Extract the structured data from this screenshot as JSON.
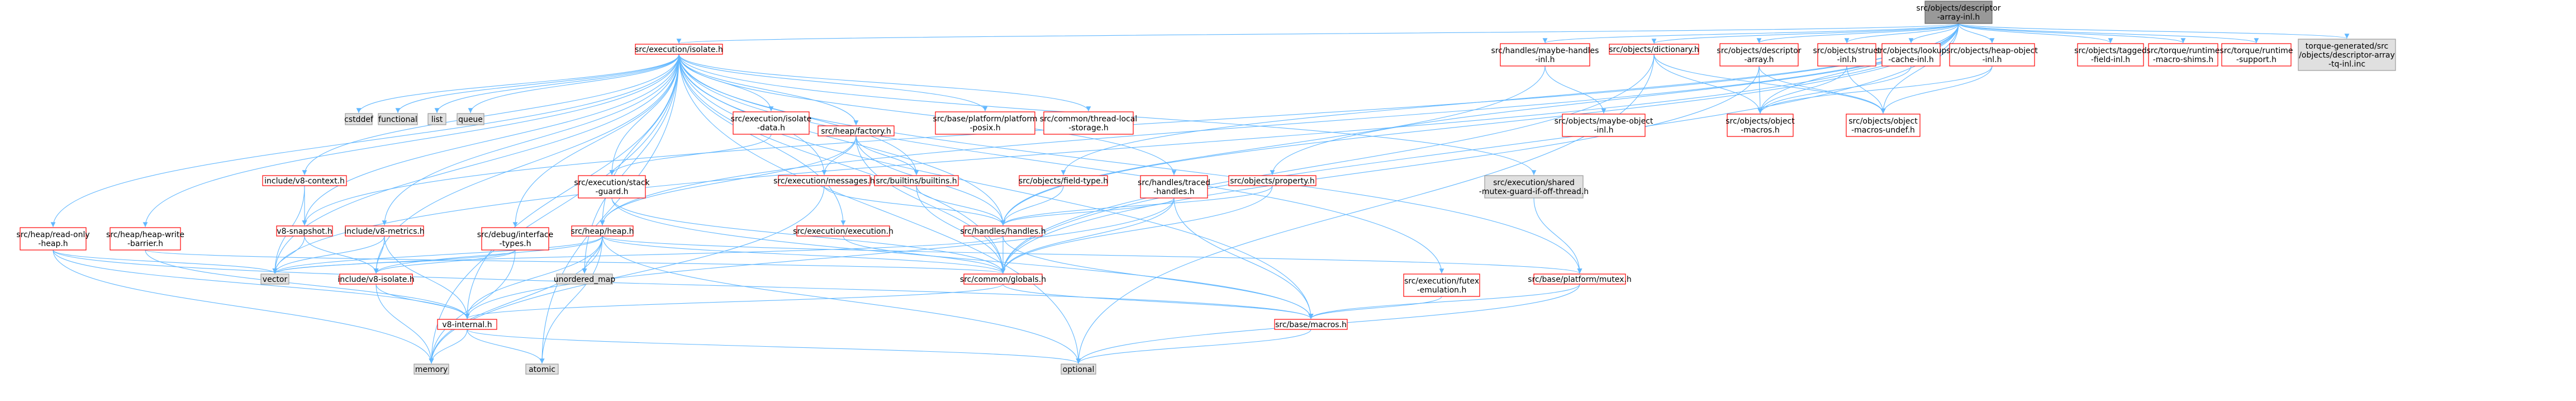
{
  "graph": {
    "colors": {
      "edge": "#63b8ff",
      "node_border": "#ff0000",
      "node_fill": "#ffffff",
      "external_border": "#999999",
      "external_fill": "#e0e0e0",
      "root_border": "#666666",
      "root_fill": "#999999",
      "text": "#000000"
    },
    "nodes": [
      {
        "id": "root",
        "lines": [
          "src/objects/descriptor",
          "-array-inl.h"
        ],
        "kind": "root"
      },
      {
        "id": "isolate",
        "lines": [
          "src/execution/isolate.h"
        ],
        "kind": "file"
      },
      {
        "id": "maybehandles",
        "lines": [
          "src/handles/maybe-handles",
          "-inl.h"
        ],
        "kind": "file"
      },
      {
        "id": "dictionary",
        "lines": [
          "src/objects/dictionary.h"
        ],
        "kind": "file"
      },
      {
        "id": "descarray",
        "lines": [
          "src/objects/descriptor",
          "-array.h"
        ],
        "kind": "file"
      },
      {
        "id": "structinl",
        "lines": [
          "src/objects/struct",
          "-inl.h"
        ],
        "kind": "file"
      },
      {
        "id": "lookupcache",
        "lines": [
          "src/objects/lookup",
          "-cache-inl.h"
        ],
        "kind": "file"
      },
      {
        "id": "heapobjinl",
        "lines": [
          "src/objects/heap-object",
          "-inl.h"
        ],
        "kind": "file"
      },
      {
        "id": "taggedfield",
        "lines": [
          "src/objects/tagged",
          "-field-inl.h"
        ],
        "kind": "file"
      },
      {
        "id": "macroshims",
        "lines": [
          "src/torque/runtime",
          "-macro-shims.h"
        ],
        "kind": "file"
      },
      {
        "id": "rtsupport",
        "lines": [
          "src/torque/runtime",
          "-support.h"
        ],
        "kind": "file"
      },
      {
        "id": "tqinc",
        "lines": [
          "torque-generated/src",
          "/objects/descriptor-array",
          "-tq-inl.inc"
        ],
        "kind": "external"
      },
      {
        "id": "cstddef",
        "lines": [
          "cstddef"
        ],
        "kind": "external"
      },
      {
        "id": "functional",
        "lines": [
          "functional"
        ],
        "kind": "external"
      },
      {
        "id": "list",
        "lines": [
          "list"
        ],
        "kind": "external"
      },
      {
        "id": "queue",
        "lines": [
          "queue"
        ],
        "kind": "external"
      },
      {
        "id": "isolatedata",
        "lines": [
          "src/execution/isolate",
          "-data.h"
        ],
        "kind": "file"
      },
      {
        "id": "factory",
        "lines": [
          "src/heap/factory.h"
        ],
        "kind": "file"
      },
      {
        "id": "platformposix",
        "lines": [
          "src/base/platform/platform",
          "-posix.h"
        ],
        "kind": "file"
      },
      {
        "id": "threadlocal",
        "lines": [
          "src/common/thread-local",
          "-storage.h"
        ],
        "kind": "file"
      },
      {
        "id": "maybeobjinl",
        "lines": [
          "src/objects/maybe-object",
          "-inl.h"
        ],
        "kind": "file"
      },
      {
        "id": "objmacros",
        "lines": [
          "src/objects/object",
          "-macros.h"
        ],
        "kind": "file"
      },
      {
        "id": "objmacrosundef",
        "lines": [
          "src/objects/object",
          "-macros-undef.h"
        ],
        "kind": "file"
      },
      {
        "id": "v8context",
        "lines": [
          "include/v8-context.h"
        ],
        "kind": "file"
      },
      {
        "id": "stackguard",
        "lines": [
          "src/execution/stack",
          "-guard.h"
        ],
        "kind": "file"
      },
      {
        "id": "messages",
        "lines": [
          "src/execution/messages.h"
        ],
        "kind": "file"
      },
      {
        "id": "builtins",
        "lines": [
          "src/builtins/builtins.h"
        ],
        "kind": "file"
      },
      {
        "id": "fieldtype",
        "lines": [
          "src/objects/field-type.h"
        ],
        "kind": "file"
      },
      {
        "id": "tracedhandles",
        "lines": [
          "src/handles/traced",
          "-handles.h"
        ],
        "kind": "file"
      },
      {
        "id": "property",
        "lines": [
          "src/objects/property.h"
        ],
        "kind": "file"
      },
      {
        "id": "sharedmutex",
        "lines": [
          "src/execution/shared",
          "-mutex-guard-if-off-thread.h"
        ],
        "kind": "external"
      },
      {
        "id": "readonlyheap",
        "lines": [
          "src/heap/read-only",
          "-heap.h"
        ],
        "kind": "file"
      },
      {
        "id": "writebarrier",
        "lines": [
          "src/heap/heap-write",
          "-barrier.h"
        ],
        "kind": "file"
      },
      {
        "id": "v8metrics",
        "lines": [
          "include/v8-metrics.h"
        ],
        "kind": "file"
      },
      {
        "id": "v8snapshot",
        "lines": [
          "v8-snapshot.h"
        ],
        "kind": "file"
      },
      {
        "id": "debuginterface",
        "lines": [
          "src/debug/interface",
          "-types.h"
        ],
        "kind": "file"
      },
      {
        "id": "heaph",
        "lines": [
          "src/heap/heap.h"
        ],
        "kind": "file"
      },
      {
        "id": "execution",
        "lines": [
          "src/execution/execution.h"
        ],
        "kind": "file"
      },
      {
        "id": "handlesh",
        "lines": [
          "src/handles/handles.h"
        ],
        "kind": "file"
      },
      {
        "id": "vector",
        "lines": [
          "vector"
        ],
        "kind": "external"
      },
      {
        "id": "unorderedmap",
        "lines": [
          "unordered_map"
        ],
        "kind": "external"
      },
      {
        "id": "v8isolate",
        "lines": [
          "include/v8-isolate.h"
        ],
        "kind": "file"
      },
      {
        "id": "globals",
        "lines": [
          "src/common/globals.h"
        ],
        "kind": "file"
      },
      {
        "id": "futex",
        "lines": [
          "src/execution/futex",
          "-emulation.h"
        ],
        "kind": "file"
      },
      {
        "id": "mutex",
        "lines": [
          "src/base/platform/mutex.h"
        ],
        "kind": "file"
      },
      {
        "id": "v8internal",
        "lines": [
          "v8-internal.h"
        ],
        "kind": "file"
      },
      {
        "id": "basemacros",
        "lines": [
          "src/base/macros.h"
        ],
        "kind": "file"
      },
      {
        "id": "memory",
        "lines": [
          "memory"
        ],
        "kind": "external"
      },
      {
        "id": "atomic",
        "lines": [
          "atomic"
        ],
        "kind": "external"
      },
      {
        "id": "optional",
        "lines": [
          "optional"
        ],
        "kind": "external"
      }
    ],
    "edges": [
      [
        "root",
        "isolate"
      ],
      [
        "root",
        "maybehandles"
      ],
      [
        "root",
        "dictionary"
      ],
      [
        "root",
        "descarray"
      ],
      [
        "root",
        "structinl"
      ],
      [
        "root",
        "lookupcache"
      ],
      [
        "root",
        "heapobjinl"
      ],
      [
        "root",
        "taggedfield"
      ],
      [
        "root",
        "macroshims"
      ],
      [
        "root",
        "rtsupport"
      ],
      [
        "root",
        "tqinc"
      ],
      [
        "root",
        "objmacros"
      ],
      [
        "root",
        "objmacrosundef"
      ],
      [
        "root",
        "property"
      ],
      [
        "root",
        "fieldtype"
      ],
      [
        "root",
        "heaph"
      ],
      [
        "root",
        "handlesh"
      ],
      [
        "root",
        "globals"
      ],
      [
        "root",
        "v8snapshot"
      ],
      [
        "root",
        "vector"
      ],
      [
        "isolate",
        "cstddef"
      ],
      [
        "isolate",
        "functional"
      ],
      [
        "isolate",
        "list"
      ],
      [
        "isolate",
        "queue"
      ],
      [
        "isolate",
        "isolatedata"
      ],
      [
        "isolate",
        "factory"
      ],
      [
        "isolate",
        "platformposix"
      ],
      [
        "isolate",
        "threadlocal"
      ],
      [
        "isolate",
        "v8context"
      ],
      [
        "isolate",
        "stackguard"
      ],
      [
        "isolate",
        "messages"
      ],
      [
        "isolate",
        "builtins"
      ],
      [
        "isolate",
        "tracedhandles"
      ],
      [
        "isolate",
        "sharedmutex"
      ],
      [
        "isolate",
        "readonlyheap"
      ],
      [
        "isolate",
        "writebarrier"
      ],
      [
        "isolate",
        "v8metrics"
      ],
      [
        "isolate",
        "v8snapshot"
      ],
      [
        "isolate",
        "debuginterface"
      ],
      [
        "isolate",
        "heaph"
      ],
      [
        "isolate",
        "execution"
      ],
      [
        "isolate",
        "handlesh"
      ],
      [
        "isolate",
        "unorderedmap"
      ],
      [
        "isolate",
        "v8isolate"
      ],
      [
        "isolate",
        "globals"
      ],
      [
        "isolate",
        "futex"
      ],
      [
        "isolate",
        "mutex"
      ],
      [
        "isolate",
        "v8internal"
      ],
      [
        "isolate",
        "basemacros"
      ],
      [
        "isolate",
        "memory"
      ],
      [
        "isolate",
        "atomic"
      ],
      [
        "isolate",
        "optional"
      ],
      [
        "isolate",
        "vector"
      ],
      [
        "maybehandles",
        "maybeobjinl"
      ],
      [
        "maybehandles",
        "handlesh"
      ],
      [
        "dictionary",
        "objmacros"
      ],
      [
        "dictionary",
        "objmacrosundef"
      ],
      [
        "dictionary",
        "globals"
      ],
      [
        "dictionary",
        "optional"
      ],
      [
        "descarray",
        "objmacros"
      ],
      [
        "descarray",
        "objmacrosundef"
      ],
      [
        "descarray",
        "globals"
      ],
      [
        "structinl",
        "objmacros"
      ],
      [
        "structinl",
        "objmacrosundef"
      ],
      [
        "lookupcache",
        "objmacros"
      ],
      [
        "heapobjinl",
        "objmacros"
      ],
      [
        "heapobjinl",
        "objmacrosundef"
      ],
      [
        "isolatedata",
        "stackguard"
      ],
      [
        "factory",
        "messages"
      ],
      [
        "factory",
        "builtins"
      ],
      [
        "factory",
        "handlesh"
      ],
      [
        "factory",
        "globals"
      ],
      [
        "factory",
        "heaph"
      ],
      [
        "v8context",
        "vector"
      ],
      [
        "v8context",
        "v8snapshot"
      ],
      [
        "stackguard",
        "globals"
      ],
      [
        "stackguard",
        "basemacros"
      ],
      [
        "messages",
        "handlesh"
      ],
      [
        "messages",
        "memory"
      ],
      [
        "builtins",
        "handlesh"
      ],
      [
        "builtins",
        "globals"
      ],
      [
        "fieldtype",
        "handlesh"
      ],
      [
        "tracedhandles",
        "handlesh"
      ],
      [
        "tracedhandles",
        "globals"
      ],
      [
        "tracedhandles",
        "basemacros"
      ],
      [
        "tracedhandles",
        "v8internal"
      ],
      [
        "property",
        "handlesh"
      ],
      [
        "property",
        "globals"
      ],
      [
        "sharedmutex",
        "mutex"
      ],
      [
        "readonlyheap",
        "vector"
      ],
      [
        "readonlyheap",
        "memory"
      ],
      [
        "readonlyheap",
        "basemacros"
      ],
      [
        "readonlyheap",
        "v8internal"
      ],
      [
        "writebarrier",
        "globals"
      ],
      [
        "writebarrier",
        "v8internal"
      ],
      [
        "v8metrics",
        "v8internal"
      ],
      [
        "v8metrics",
        "v8isolate"
      ],
      [
        "v8metrics",
        "vector"
      ],
      [
        "v8snapshot",
        "v8isolate"
      ],
      [
        "v8snapshot",
        "vector"
      ],
      [
        "debuginterface",
        "v8isolate"
      ],
      [
        "debuginterface",
        "memory"
      ],
      [
        "debuginterface",
        "vector"
      ],
      [
        "heaph",
        "vector"
      ],
      [
        "heaph",
        "unorderedmap"
      ],
      [
        "heaph",
        "globals"
      ],
      [
        "heaph",
        "v8internal"
      ],
      [
        "heaph",
        "atomic"
      ],
      [
        "heaph",
        "memory"
      ],
      [
        "heaph",
        "mutex"
      ],
      [
        "heaph",
        "optional"
      ],
      [
        "heaph",
        "v8isolate"
      ],
      [
        "execution",
        "globals"
      ],
      [
        "handlesh",
        "vector"
      ],
      [
        "handlesh",
        "globals"
      ],
      [
        "handlesh",
        "basemacros"
      ],
      [
        "v8isolate",
        "v8internal"
      ],
      [
        "v8isolate",
        "memory"
      ],
      [
        "globals",
        "v8internal"
      ],
      [
        "globals",
        "basemacros"
      ],
      [
        "futex",
        "basemacros"
      ],
      [
        "mutex",
        "basemacros"
      ],
      [
        "mutex",
        "optional"
      ],
      [
        "v8internal",
        "memory"
      ],
      [
        "v8internal",
        "atomic"
      ],
      [
        "v8internal",
        "optional"
      ],
      [
        "basemacros",
        "optional"
      ]
    ]
  }
}
